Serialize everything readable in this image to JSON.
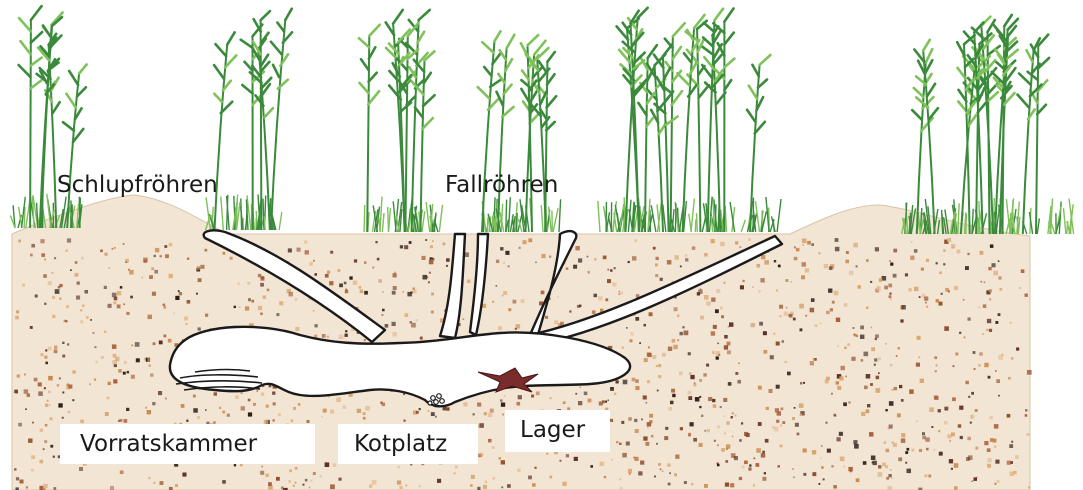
{
  "labels": {
    "schlupfroehren": "Schlupfröhren",
    "fallroehren": "Fallröhren",
    "vorratskammer": "Vorratskammer",
    "kotplatz": "Kotplatz",
    "lager": "Lager"
  },
  "colors": {
    "soil": "#f3e5d3",
    "grass": "#3b8a3c",
    "grass_light": "#7fc15a",
    "tunnel_outline": "#1a1a1a",
    "tunnel_fill": "#ffffff",
    "nest": "#7a2b2b"
  }
}
